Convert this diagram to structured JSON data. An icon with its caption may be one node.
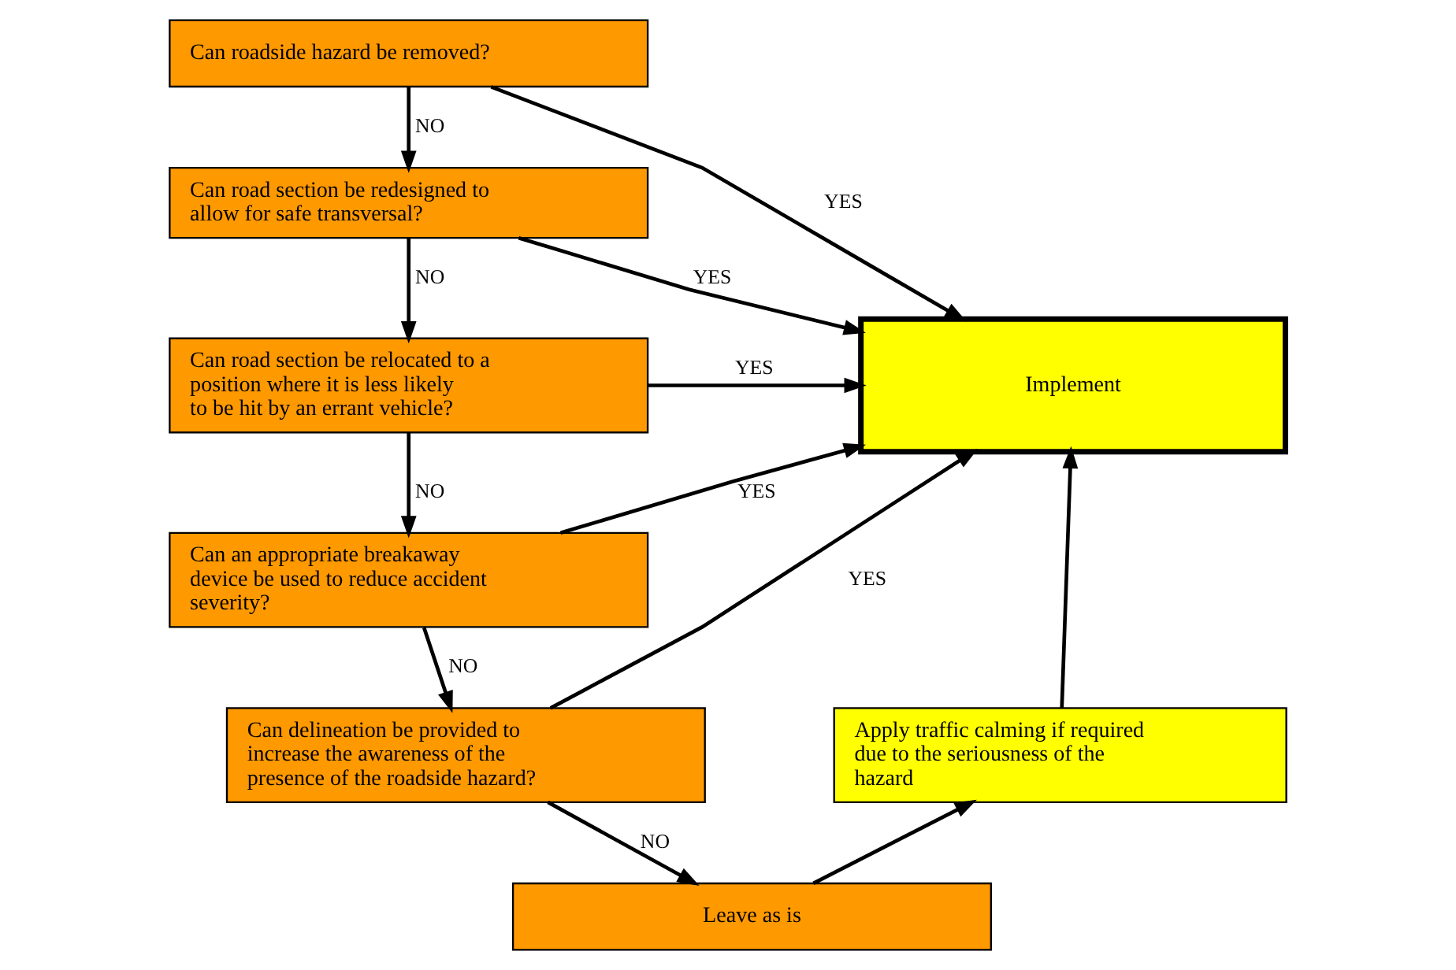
{
  "diagram": {
    "nodes": [
      {
        "text": [
          "Can roadside hazard be removed?"
        ]
      },
      {
        "text": [
          "Can road section be redesigned to allow for safe transversal?"
        ]
      },
      {
        "text": [
          "Can road section be relocated to a position where it is less likely to be hit by an errant vehicle?"
        ]
      },
      {
        "text": [
          "Can an appropriate breakaway device be used to reduce accident severity?"
        ]
      },
      {
        "text": [
          "Can delineation be provided to increase the awareness of the presence of the roadside hazard?"
        ]
      },
      {
        "text": [
          "Leave as is"
        ]
      },
      {
        "text": [
          "Implement"
        ]
      },
      {
        "text": [
          "Apply traffic calming if required due to the seriousness of the hazard"
        ]
      }
    ],
    "edges": [
      {
        "from": 0,
        "to": 1,
        "arrow": "to",
        "label": "NO"
      },
      {
        "from": 1,
        "to": 2,
        "arrow": "to",
        "label": "NO"
      },
      {
        "from": 2,
        "to": 3,
        "arrow": "to",
        "label": "NO"
      },
      {
        "from": 3,
        "to": 4,
        "arrow": "to",
        "label": "NO"
      },
      {
        "from": 4,
        "to": 5,
        "arrow": "to",
        "label": "NO"
      },
      {
        "from": 0,
        "to": 6,
        "arrow": "to",
        "label": "YES"
      },
      {
        "from": 1,
        "to": 6,
        "arrow": "to",
        "label": "YES"
      },
      {
        "from": 2,
        "to": 6,
        "arrow": "to",
        "label": "YES"
      },
      {
        "from": 3,
        "to": 6,
        "arrow": "to",
        "label": "YES"
      },
      {
        "from": 4,
        "to": 6,
        "arrow": "to",
        "label": "YES"
      },
      {
        "from": 5,
        "to": 7,
        "arrow": "to"
      },
      {
        "from": 7,
        "to": 6,
        "arrow": "to"
      }
    ]
  }
}
